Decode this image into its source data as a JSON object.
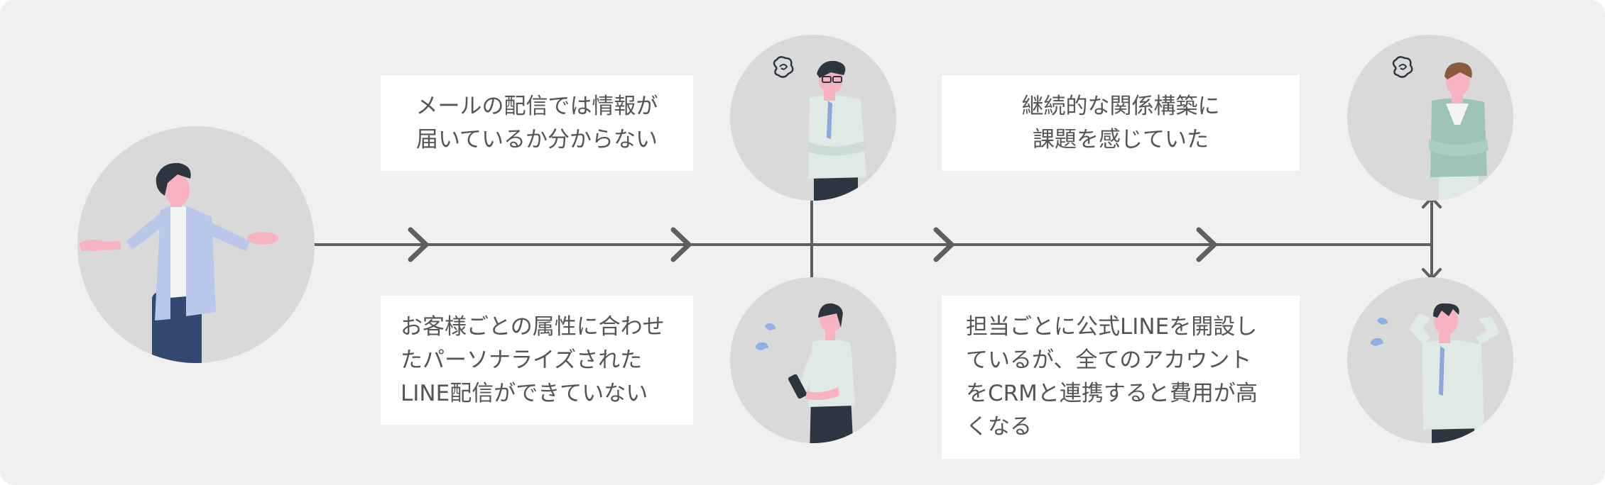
{
  "colors": {
    "background": "#f0f0f0",
    "card": "#ffffff",
    "text": "#555555",
    "line": "#5f5f5f",
    "avatar_circle": "#d9d9d9",
    "skin": "#f7b3c2",
    "hair": "#2d3540",
    "suit_lavender": "#b9c7ea",
    "shirt_mint": "#dfe9e6",
    "tie_blue": "#8fa6d8",
    "sweat_blue": "#8fb0e2",
    "pants_navy": "#34476e"
  },
  "diagram": {
    "nodes": [
      {
        "id": "presenter",
        "icon": "presenter-person-icon"
      },
      {
        "id": "worried-man-glasses",
        "icon": "worried-man-glasses-icon"
      },
      {
        "id": "woman-with-phone",
        "icon": "woman-phone-sweat-icon"
      },
      {
        "id": "thinking-man-arms-crossed",
        "icon": "thinking-man-crossed-arms-icon"
      },
      {
        "id": "stressed-man",
        "icon": "stressed-man-hands-on-head-icon"
      }
    ],
    "cards": [
      {
        "id": "top-1",
        "lines": [
          "メールの配信では情報が",
          "届いているか分からない"
        ]
      },
      {
        "id": "top-2",
        "lines": [
          "継続的な関係構築に",
          "課題を感じていた"
        ]
      },
      {
        "id": "bottom-1",
        "lines": [
          "お客様ごとの属性に合わせ",
          "たパーソナライズされた",
          "LINE配信ができていない"
        ]
      },
      {
        "id": "bottom-2",
        "lines": [
          "担当ごとに公式LINEを開設し",
          "ているが、全てのアカウント",
          "をCRMと連携すると費用が高",
          "くなる"
        ]
      }
    ],
    "edges": [
      {
        "from": "presenter",
        "to": "worried-man-glasses",
        "style": "chevron-timeline"
      },
      {
        "from": "presenter",
        "to": "woman-with-phone",
        "style": "chevron-timeline"
      },
      {
        "from": "presenter",
        "to": "thinking-man-arms-crossed",
        "style": "arrow"
      },
      {
        "from": "presenter",
        "to": "stressed-man",
        "style": "arrow"
      }
    ]
  }
}
